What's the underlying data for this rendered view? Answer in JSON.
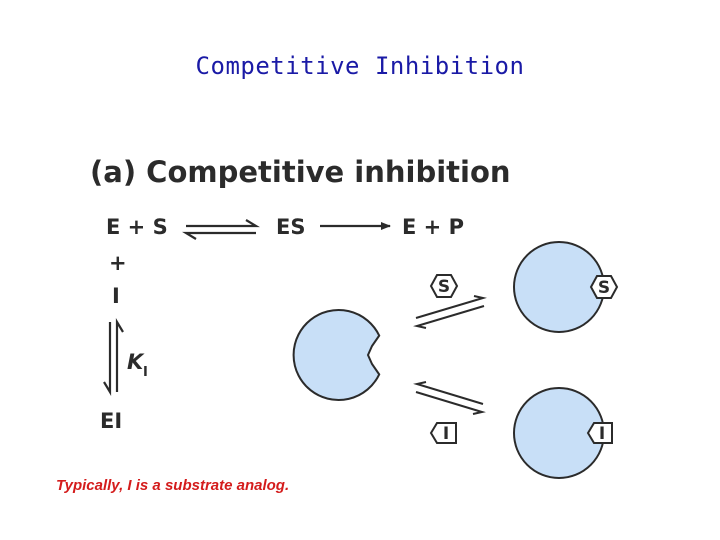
{
  "slide": {
    "title": "Competitive Inhibition",
    "caption": "Typically, I is a substrate analog."
  },
  "diagram": {
    "panel_title": "(a) Competitive inhibition",
    "reaction": {
      "reactants": "E + S",
      "complex": "ES",
      "products": "E + P",
      "plus": "+",
      "inhibitor": "I",
      "constant_symbol": "K",
      "constant_subscript": "I",
      "inhibited_complex": "EI"
    },
    "tags": {
      "substrate": "S",
      "inhibitor": "I"
    },
    "colors": {
      "enzyme_fill": "#c8dff7",
      "outline": "#2b2b2b",
      "title_blue": "#1a1aa6",
      "caption_red": "#d41c1c"
    }
  }
}
